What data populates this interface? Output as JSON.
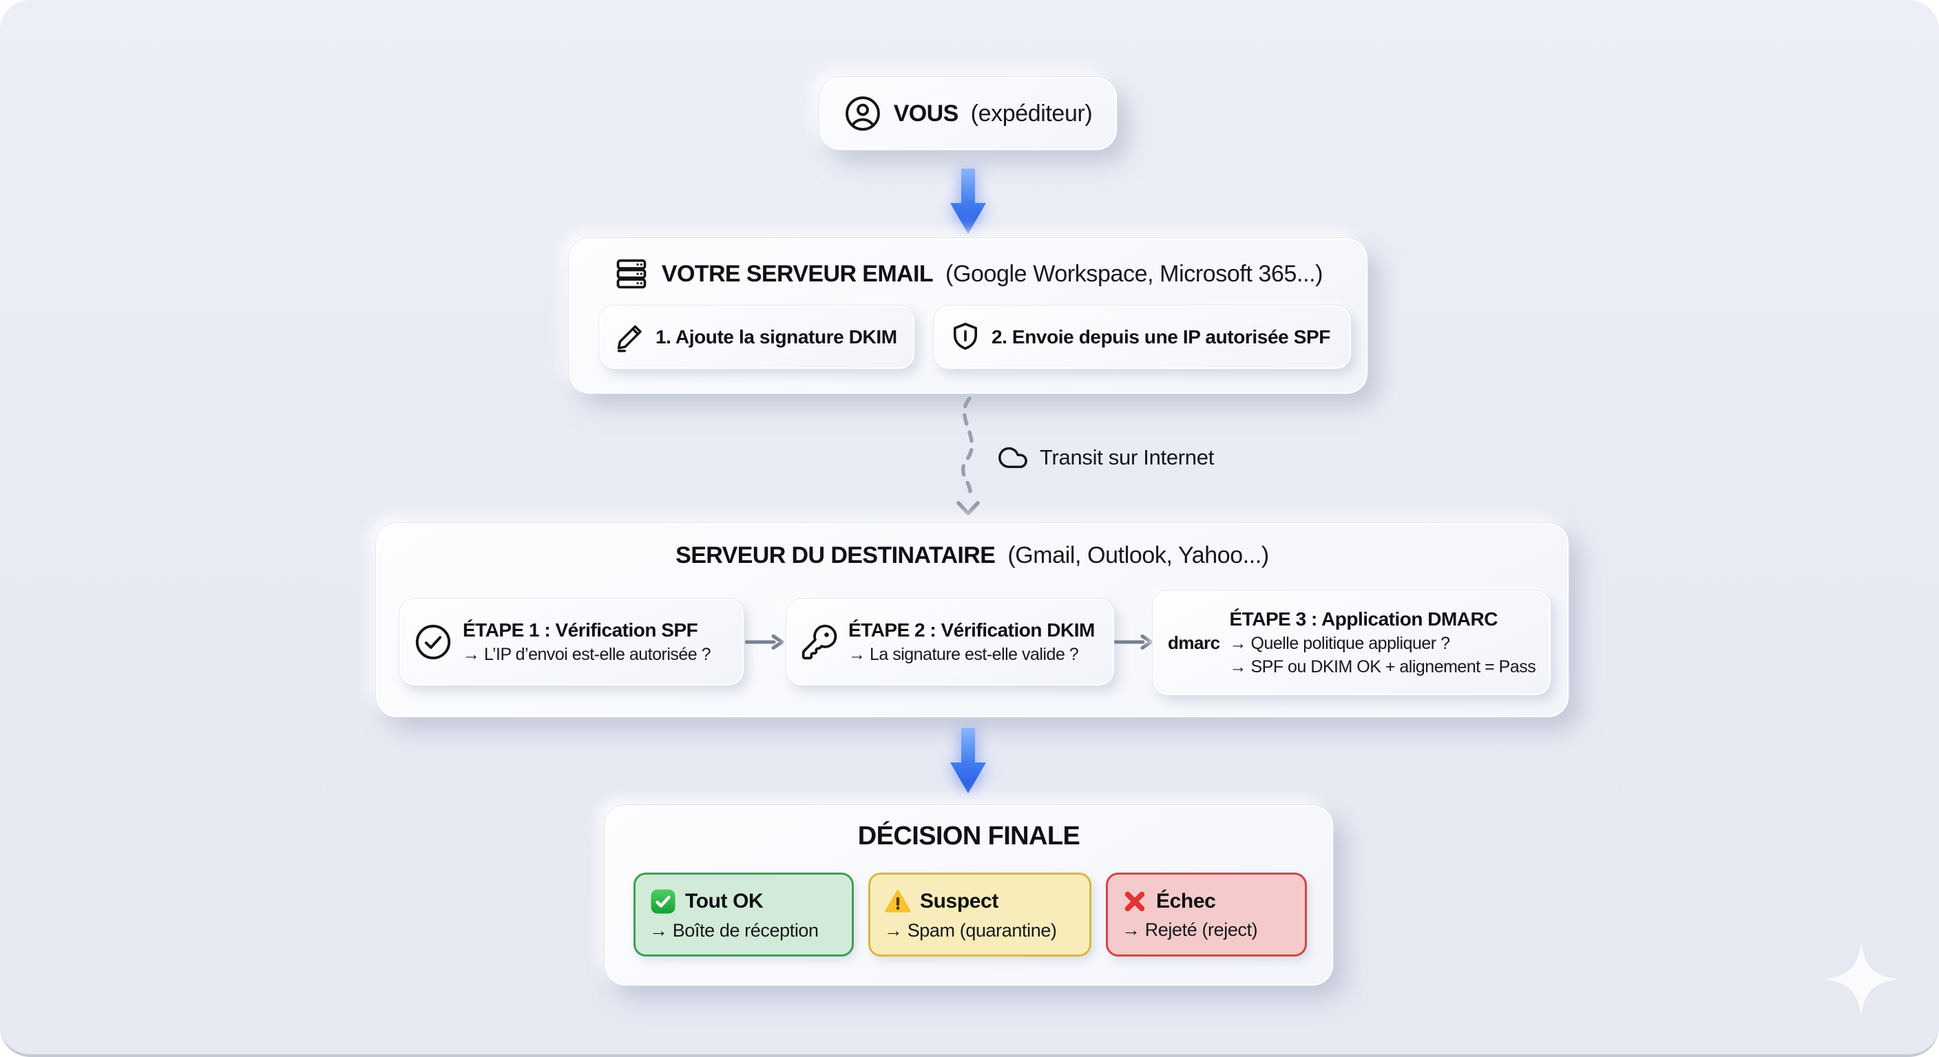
{
  "canvas": {
    "background": "#e9ebf4",
    "accent_blue": "#2f68e8",
    "step_arrow_gray": "#76808f",
    "dashed_gray": "#99a1b0"
  },
  "sender": {
    "icon": "user-icon",
    "title_bold": "VOUS",
    "title_rest": "(expéditeur)"
  },
  "mail_server": {
    "icon": "server-icon",
    "title_bold": "VOTRE SERVEUR EMAIL",
    "title_rest": "(Google Workspace, Microsoft 365...)",
    "actions": [
      {
        "icon": "pencil-icon",
        "label": "1. Ajoute la signature DKIM"
      },
      {
        "icon": "shield-icon",
        "label": "2. Envoie depuis une IP autorisée SPF"
      }
    ]
  },
  "transit": {
    "icon": "cloud-icon",
    "label": "Transit sur Internet"
  },
  "recipient_server": {
    "title_bold": "SERVEUR DU DESTINATAIRE",
    "title_rest": "(Gmail, Outlook, Yahoo...)",
    "steps": [
      {
        "icon": "check-circle-icon",
        "title": "ÉTAPE 1 : Vérification SPF",
        "line1": "→ L’IP d’envoi est-elle autorisée ?"
      },
      {
        "icon": "key-icon",
        "title": "ÉTAPE 2 : Vérification DKIM",
        "line1": "→ La signature est-elle valide ?"
      },
      {
        "icon": "dmarc-text-badge",
        "icon_text": "dmarc",
        "title": "ÉTAPE 3 : Application DMARC",
        "line1": "→ Quelle politique appliquer ?",
        "line2": "→ SPF ou DKIM OK + alignement = Pass"
      }
    ]
  },
  "decision": {
    "title": "DÉCISION FINALE",
    "outcomes": [
      {
        "icon": "check-mark-icon",
        "label": "Tout OK",
        "detail": "→ Boîte de réception",
        "bg": "#d2ebd8",
        "border": "#3f9e55"
      },
      {
        "icon": "warning-icon",
        "label": "Suspect",
        "detail": "→ Spam (quarantine)",
        "bg": "#f8ecbb",
        "border": "#d8ba3b"
      },
      {
        "icon": "cross-mark-icon",
        "label": "Échec",
        "detail": "→ Rejeté (reject)",
        "bg": "#f5caca",
        "border": "#cc4a46"
      }
    ]
  }
}
